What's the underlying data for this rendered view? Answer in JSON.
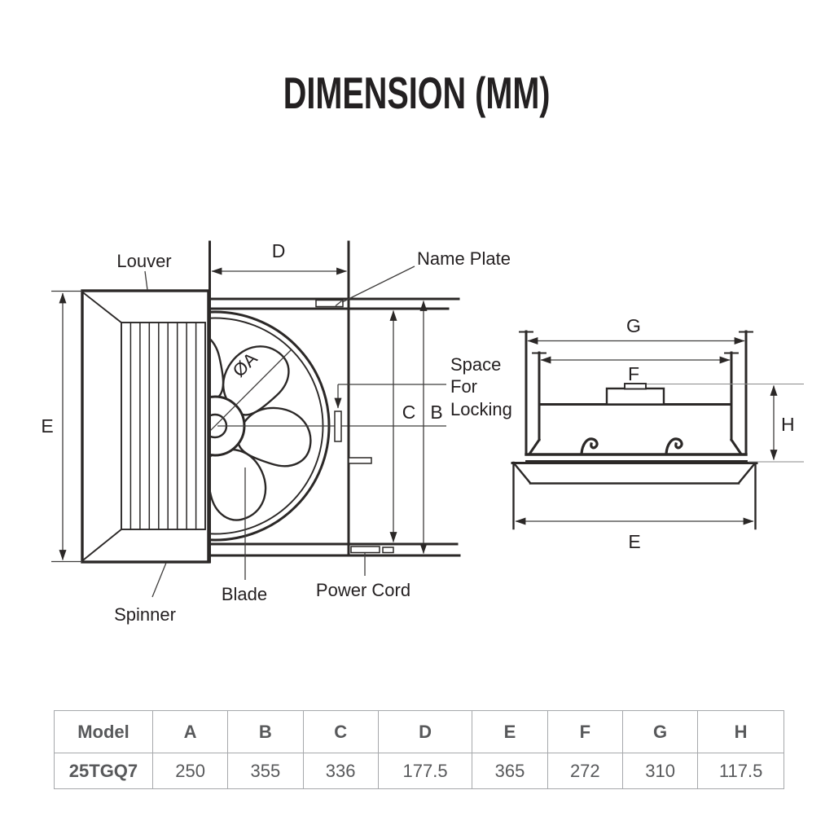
{
  "title": "DIMENSION (MM)",
  "left_diagram": {
    "labels": {
      "louver": "Louver",
      "spinner": "Spinner",
      "blade": "Blade",
      "power_cord": "Power Cord",
      "name_plate": "Name Plate",
      "space_line1": "Space",
      "space_line2": "For",
      "space_line3": "Locking",
      "diameter": "ØA"
    },
    "dimensions": {
      "d": "D",
      "e": "E",
      "c": "C",
      "b": "B"
    }
  },
  "right_diagram": {
    "dimensions": {
      "g": "G",
      "f": "F",
      "h": "H",
      "e": "E"
    }
  },
  "table": {
    "headers": [
      "Model",
      "A",
      "B",
      "C",
      "D",
      "E",
      "F",
      "G",
      "H"
    ],
    "row": [
      "25TGQ7",
      "250",
      "355",
      "336",
      "177.5",
      "365",
      "272",
      "310",
      "117.5"
    ]
  },
  "colors": {
    "line": "#2b2827",
    "dimension_line": "#3f3d3c",
    "reference_line": "#8a8a8a",
    "table_border": "#a6a8ab",
    "table_text": "#58595b",
    "text": "#231f20"
  }
}
